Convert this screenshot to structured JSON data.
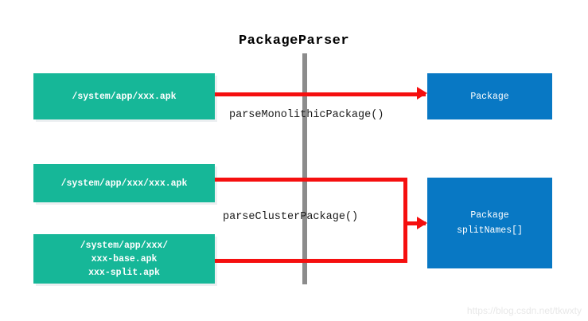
{
  "diagram": {
    "title": "PackageParser",
    "lifeline_color": "#8c8c8c",
    "source_box_color": "#16b798",
    "result_box_color": "#0878c4",
    "arrow_color": "#f50f0f"
  },
  "sources": [
    {
      "id": "monolithic-apk",
      "label": "/system/app/xxx.apk"
    },
    {
      "id": "cluster-apk",
      "label": "/system/app/xxx/xxx.apk"
    },
    {
      "id": "cluster-split-apk",
      "label": "/system/app/xxx/\nxxx-base.apk\nxxx-split.apk"
    }
  ],
  "results": [
    {
      "id": "package",
      "label": "Package"
    },
    {
      "id": "package-splitnames",
      "label": "Package\nsplitNames[]"
    }
  ],
  "calls": [
    {
      "id": "parse-monolithic",
      "label": "parseMonolithicPackage()"
    },
    {
      "id": "parse-cluster",
      "label": "parseClusterPackage()"
    }
  ],
  "watermark": "https://blog.csdn.net/tkwxty"
}
